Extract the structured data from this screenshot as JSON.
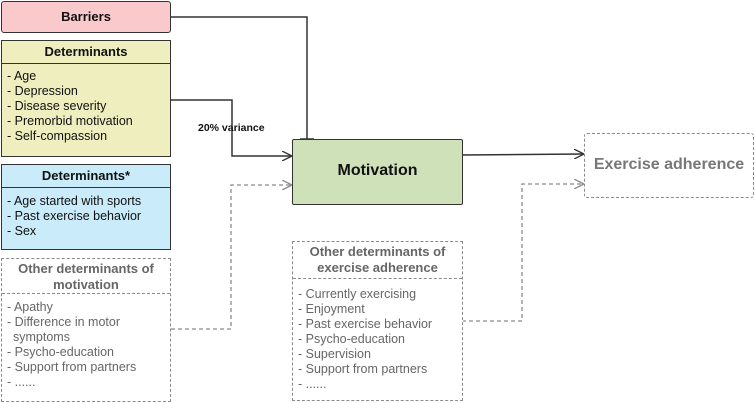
{
  "barriers": {
    "title": "Barriers"
  },
  "determinants": {
    "title": "Determinants",
    "items": [
      "- Age",
      "- Depression",
      "- Disease severity",
      "- Premorbid motivation",
      "- Self-compassion"
    ]
  },
  "determinants_star": {
    "title": "Determinants*",
    "items": [
      "- Age started with sports",
      "- Past exercise behavior",
      "- Sex"
    ]
  },
  "other_motivation": {
    "title": "Other determinants of motivation",
    "items": [
      "- Apathy",
      "- Difference in motor symptoms",
      "- Psycho-education",
      "- Support from partners",
      "- ......"
    ]
  },
  "motivation": {
    "title": "Motivation"
  },
  "exercise_adherence": {
    "title": "Exercise adherence"
  },
  "other_adherence": {
    "title": "Other determinants of exercise adherence",
    "items": [
      "- Currently exercising",
      "- Enjoyment",
      "- Past exercise behavior",
      "- Psycho-education",
      "- Supervision",
      "- Support from partners",
      "- ......"
    ]
  },
  "variance_label": "20% variance",
  "colors": {
    "barriers_fill": "#f9c9cc",
    "determinants_fill": "#eeeebe",
    "determinants_star_fill": "#c9ebfa",
    "motivation_fill": "#cfe1b9",
    "line": "#333333",
    "dashed_line": "#8a8a8a"
  }
}
